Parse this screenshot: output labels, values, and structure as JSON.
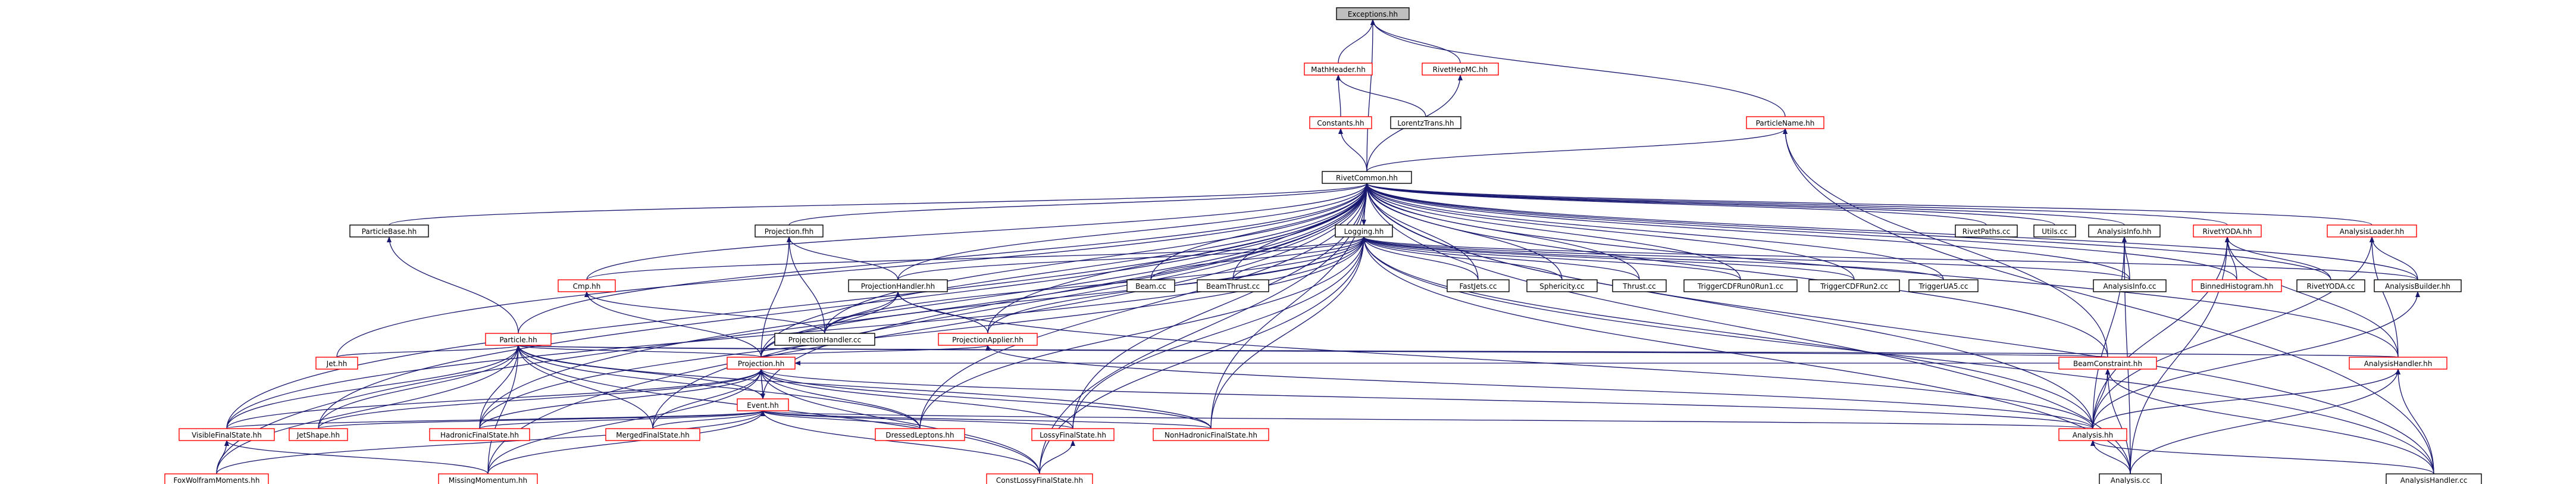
{
  "colors": {
    "edge": "#191970",
    "focus_fill": "#bfbfbf",
    "normal_border": "#000000",
    "truncated_border": "#ff0000",
    "background": "#ffffff"
  },
  "nodes": [
    {
      "id": "exceptions",
      "label": "Exceptions.hh",
      "style": "focus"
    },
    {
      "id": "mathheader",
      "label": "MathHeader.hh",
      "style": "truncated"
    },
    {
      "id": "rivethepmc",
      "label": "RivetHepMC.hh",
      "style": "truncated"
    },
    {
      "id": "constants",
      "label": "Constants.hh",
      "style": "truncated"
    },
    {
      "id": "lorentztrans",
      "label": "LorentzTrans.hh",
      "style": "normal"
    },
    {
      "id": "particlename",
      "label": "ParticleName.hh",
      "style": "truncated"
    },
    {
      "id": "rivetcommon",
      "label": "RivetCommon.hh",
      "style": "normal"
    },
    {
      "id": "particlebase",
      "label": "ParticleBase.hh",
      "style": "normal"
    },
    {
      "id": "projectionfhh",
      "label": "Projection.fhh",
      "style": "normal"
    },
    {
      "id": "logging",
      "label": "Logging.hh",
      "style": "normal"
    },
    {
      "id": "rivetpaths",
      "label": "RivetPaths.cc",
      "style": "normal"
    },
    {
      "id": "utils",
      "label": "Utils.cc",
      "style": "normal"
    },
    {
      "id": "analysisinfohh",
      "label": "AnalysisInfo.hh",
      "style": "normal"
    },
    {
      "id": "rivetyodahh",
      "label": "RivetYODA.hh",
      "style": "truncated"
    },
    {
      "id": "analysisloader",
      "label": "AnalysisLoader.hh",
      "style": "truncated"
    },
    {
      "id": "cmphh",
      "label": "Cmp.hh",
      "style": "truncated"
    },
    {
      "id": "projectionhandlerhh",
      "label": "ProjectionHandler.hh",
      "style": "normal"
    },
    {
      "id": "beam",
      "label": "Beam.cc",
      "style": "normal"
    },
    {
      "id": "beamthrust",
      "label": "BeamThrust.cc",
      "style": "normal"
    },
    {
      "id": "fastjets",
      "label": "FastJets.cc",
      "style": "normal"
    },
    {
      "id": "sphericity",
      "label": "Sphericity.cc",
      "style": "normal"
    },
    {
      "id": "thrust",
      "label": "Thrust.cc",
      "style": "normal"
    },
    {
      "id": "triggercdfrun0run1",
      "label": "TriggerCDFRun0Run1.cc",
      "style": "normal"
    },
    {
      "id": "triggercdfrun2",
      "label": "TriggerCDFRun2.cc",
      "style": "normal"
    },
    {
      "id": "triggerua5",
      "label": "TriggerUA5.cc",
      "style": "normal"
    },
    {
      "id": "analysisinfocc",
      "label": "AnalysisInfo.cc",
      "style": "normal"
    },
    {
      "id": "binnedhistogram",
      "label": "BinnedHistogram.hh",
      "style": "truncated"
    },
    {
      "id": "rivetyodacc",
      "label": "RivetYODA.cc",
      "style": "normal"
    },
    {
      "id": "analysisbuilder",
      "label": "AnalysisBuilder.hh",
      "style": "normal"
    },
    {
      "id": "particlehh",
      "label": "Particle.hh",
      "style": "truncated"
    },
    {
      "id": "projectionhandlercc",
      "label": "ProjectionHandler.cc",
      "style": "normal"
    },
    {
      "id": "projectionapplier",
      "label": "ProjectionApplier.hh",
      "style": "truncated"
    },
    {
      "id": "jethh",
      "label": "Jet.hh",
      "style": "truncated"
    },
    {
      "id": "projectionhh",
      "label": "Projection.hh",
      "style": "truncated"
    },
    {
      "id": "beamconstraint",
      "label": "BeamConstraint.hh",
      "style": "truncated"
    },
    {
      "id": "analysishandlerhh",
      "label": "AnalysisHandler.hh",
      "style": "truncated"
    },
    {
      "id": "eventhh",
      "label": "Event.hh",
      "style": "truncated"
    },
    {
      "id": "visiblefinalstate",
      "label": "VisibleFinalState.hh",
      "style": "truncated"
    },
    {
      "id": "jetshape",
      "label": "JetShape.hh",
      "style": "truncated"
    },
    {
      "id": "hadronicfinalstate",
      "label": "HadronicFinalState.hh",
      "style": "truncated"
    },
    {
      "id": "mergedfinalstate",
      "label": "MergedFinalState.hh",
      "style": "truncated"
    },
    {
      "id": "dressedleptons",
      "label": "DressedLeptons.hh",
      "style": "truncated"
    },
    {
      "id": "lossyfinalstate",
      "label": "LossyFinalState.hh",
      "style": "truncated"
    },
    {
      "id": "nonhadronicfinalstate",
      "label": "NonHadronicFinalState.hh",
      "style": "truncated"
    },
    {
      "id": "analysishh",
      "label": "Analysis.hh",
      "style": "truncated"
    },
    {
      "id": "foxwolfram",
      "label": "FoxWolframMoments.hh",
      "style": "truncated"
    },
    {
      "id": "missingmomentum",
      "label": "MissingMomentum.hh",
      "style": "truncated"
    },
    {
      "id": "constlossy",
      "label": "ConstLossyFinalState.hh",
      "style": "truncated"
    },
    {
      "id": "analysiscc",
      "label": "Analysis.cc",
      "style": "normal"
    },
    {
      "id": "analysishandlercc",
      "label": "AnalysisHandler.cc",
      "style": "normal"
    }
  ],
  "edges": [
    [
      "mathheader",
      "exceptions"
    ],
    [
      "rivethepmc",
      "exceptions"
    ],
    [
      "rivetcommon",
      "exceptions"
    ],
    [
      "particlename",
      "exceptions"
    ],
    [
      "constants",
      "mathheader"
    ],
    [
      "lorentztrans",
      "mathheader"
    ],
    [
      "rivetcommon",
      "constants"
    ],
    [
      "rivetcommon",
      "rivethepmc"
    ],
    [
      "rivetcommon",
      "particlename"
    ],
    [
      "beamconstraint",
      "particlename"
    ],
    [
      "analysishandlercc",
      "particlename"
    ],
    [
      "particlebase",
      "rivetcommon"
    ],
    [
      "projectionfhh",
      "rivetcommon"
    ],
    [
      "logging",
      "rivetcommon"
    ],
    [
      "rivetpaths",
      "rivetcommon"
    ],
    [
      "utils",
      "rivetcommon"
    ],
    [
      "analysisinfohh",
      "rivetcommon"
    ],
    [
      "rivetyodahh",
      "rivetcommon"
    ],
    [
      "analysisloader",
      "rivetcommon"
    ],
    [
      "cmphh",
      "rivetcommon"
    ],
    [
      "projectionhandlerhh",
      "rivetcommon"
    ],
    [
      "beam",
      "rivetcommon"
    ],
    [
      "beamthrust",
      "rivetcommon"
    ],
    [
      "fastjets",
      "rivetcommon"
    ],
    [
      "sphericity",
      "rivetcommon"
    ],
    [
      "thrust",
      "rivetcommon"
    ],
    [
      "triggercdfrun0run1",
      "rivetcommon"
    ],
    [
      "triggercdfrun2",
      "rivetcommon"
    ],
    [
      "triggerua5",
      "rivetcommon"
    ],
    [
      "analysisinfocc",
      "rivetcommon"
    ],
    [
      "binnedhistogram",
      "rivetcommon"
    ],
    [
      "rivetyodacc",
      "rivetcommon"
    ],
    [
      "analysisbuilder",
      "rivetcommon"
    ],
    [
      "particlehh",
      "rivetcommon"
    ],
    [
      "projectionhandlercc",
      "rivetcommon"
    ],
    [
      "projectionapplier",
      "rivetcommon"
    ],
    [
      "jethh",
      "rivetcommon"
    ],
    [
      "projectionhh",
      "rivetcommon"
    ],
    [
      "beamconstraint",
      "rivetcommon"
    ],
    [
      "analysishandlerhh",
      "rivetcommon"
    ],
    [
      "eventhh",
      "rivetcommon"
    ],
    [
      "visiblefinalstate",
      "rivetcommon"
    ],
    [
      "jetshape",
      "rivetcommon"
    ],
    [
      "hadronicfinalstate",
      "rivetcommon"
    ],
    [
      "mergedfinalstate",
      "rivetcommon"
    ],
    [
      "dressedleptons",
      "rivetcommon"
    ],
    [
      "lossyfinalstate",
      "rivetcommon"
    ],
    [
      "nonhadronicfinalstate",
      "rivetcommon"
    ],
    [
      "analysishh",
      "rivetcommon"
    ],
    [
      "foxwolfram",
      "rivetcommon"
    ],
    [
      "missingmomentum",
      "rivetcommon"
    ],
    [
      "constlossy",
      "rivetcommon"
    ],
    [
      "analysiscc",
      "rivetcommon"
    ],
    [
      "analysishandlercc",
      "rivetcommon"
    ],
    [
      "rivetcommon",
      "logging"
    ],
    [
      "particlehh",
      "particlebase"
    ],
    [
      "projectionhandlerhh",
      "projectionfhh"
    ],
    [
      "projectionhh",
      "projectionfhh"
    ],
    [
      "projectionhandlercc",
      "projectionfhh"
    ],
    [
      "cmphh",
      "logging"
    ],
    [
      "projectionhandlerhh",
      "logging"
    ],
    [
      "beam",
      "logging"
    ],
    [
      "beamthrust",
      "logging"
    ],
    [
      "fastjets",
      "logging"
    ],
    [
      "sphericity",
      "logging"
    ],
    [
      "thrust",
      "logging"
    ],
    [
      "triggercdfrun0run1",
      "logging"
    ],
    [
      "triggercdfrun2",
      "logging"
    ],
    [
      "triggerua5",
      "logging"
    ],
    [
      "analysisinfocc",
      "logging"
    ],
    [
      "analysisbuilder",
      "logging"
    ],
    [
      "projectionapplier",
      "logging"
    ],
    [
      "projectionhh",
      "logging"
    ],
    [
      "projectionhandlercc",
      "logging"
    ],
    [
      "hadronicfinalstate",
      "logging"
    ],
    [
      "visiblefinalstate",
      "logging"
    ],
    [
      "dressedleptons",
      "logging"
    ],
    [
      "lossyfinalstate",
      "logging"
    ],
    [
      "nonhadronicfinalstate",
      "logging"
    ],
    [
      "analysishh",
      "logging"
    ],
    [
      "constlossy",
      "logging"
    ],
    [
      "analysiscc",
      "logging"
    ],
    [
      "analysishandlercc",
      "logging"
    ],
    [
      "analysisinfocc",
      "analysisinfohh"
    ],
    [
      "analysishh",
      "analysisinfohh"
    ],
    [
      "analysiscc",
      "analysisinfohh"
    ],
    [
      "binnedhistogram",
      "rivetyodahh"
    ],
    [
      "rivetyodacc",
      "rivetyodahh"
    ],
    [
      "analysishandlerhh",
      "rivetyodahh"
    ],
    [
      "analysishh",
      "rivetyodahh"
    ],
    [
      "analysiscc",
      "rivetyodahh"
    ],
    [
      "analysisbuilder",
      "analysisloader"
    ],
    [
      "analysishandlerhh",
      "analysisloader"
    ],
    [
      "analysishh",
      "analysisloader"
    ],
    [
      "projectionhh",
      "cmphh"
    ],
    [
      "projectionhandlercc",
      "cmphh"
    ],
    [
      "projectionhandlercc",
      "projectionhandlerhh"
    ],
    [
      "projectionapplier",
      "projectionhandlerhh"
    ],
    [
      "projectionhh",
      "projectionhandlerhh"
    ],
    [
      "analysishh",
      "projectionhandlerhh"
    ],
    [
      "analysishh",
      "analysisbuilder"
    ],
    [
      "jethh",
      "particlehh"
    ],
    [
      "projectionhh",
      "particlehh"
    ],
    [
      "eventhh",
      "particlehh"
    ],
    [
      "visiblefinalstate",
      "particlehh"
    ],
    [
      "jetshape",
      "particlehh"
    ],
    [
      "hadronicfinalstate",
      "particlehh"
    ],
    [
      "mergedfinalstate",
      "particlehh"
    ],
    [
      "dressedleptons",
      "particlehh"
    ],
    [
      "nonhadronicfinalstate",
      "particlehh"
    ],
    [
      "beamconstraint",
      "particlehh"
    ],
    [
      "analysishandlerhh",
      "particlehh"
    ],
    [
      "foxwolfram",
      "particlehh"
    ],
    [
      "missingmomentum",
      "particlehh"
    ],
    [
      "constlossy",
      "particlehh"
    ],
    [
      "projectionhh",
      "projectionapplier"
    ],
    [
      "analysishh",
      "projectionapplier"
    ],
    [
      "eventhh",
      "projectionhh"
    ],
    [
      "visiblefinalstate",
      "projectionhh"
    ],
    [
      "jetshape",
      "projectionhh"
    ],
    [
      "hadronicfinalstate",
      "projectionhh"
    ],
    [
      "mergedfinalstate",
      "projectionhh"
    ],
    [
      "dressedleptons",
      "projectionhh"
    ],
    [
      "lossyfinalstate",
      "projectionhh"
    ],
    [
      "nonhadronicfinalstate",
      "projectionhh"
    ],
    [
      "analysishh",
      "projectionhh"
    ],
    [
      "missingmomentum",
      "projectionhh"
    ],
    [
      "constlossy",
      "projectionhh"
    ],
    [
      "beamconstraint",
      "projectionhh"
    ],
    [
      "analysishh",
      "beamconstraint"
    ],
    [
      "analysiscc",
      "beamconstraint"
    ],
    [
      "analysishandlercc",
      "beamconstraint"
    ],
    [
      "analysishh",
      "analysishandlerhh"
    ],
    [
      "analysiscc",
      "analysishandlerhh"
    ],
    [
      "analysishandlercc",
      "analysishandlerhh"
    ],
    [
      "projectionhh",
      "eventhh"
    ],
    [
      "visiblefinalstate",
      "eventhh"
    ],
    [
      "jetshape",
      "eventhh"
    ],
    [
      "hadronicfinalstate",
      "eventhh"
    ],
    [
      "mergedfinalstate",
      "eventhh"
    ],
    [
      "dressedleptons",
      "eventhh"
    ],
    [
      "lossyfinalstate",
      "eventhh"
    ],
    [
      "nonhadronicfinalstate",
      "eventhh"
    ],
    [
      "analysishh",
      "eventhh"
    ],
    [
      "foxwolfram",
      "eventhh"
    ],
    [
      "missingmomentum",
      "eventhh"
    ],
    [
      "constlossy",
      "eventhh"
    ],
    [
      "foxwolfram",
      "visiblefinalstate"
    ],
    [
      "missingmomentum",
      "visiblefinalstate"
    ],
    [
      "constlossy",
      "lossyfinalstate"
    ],
    [
      "analysiscc",
      "analysishh"
    ],
    [
      "analysishandlercc",
      "analysishh"
    ]
  ]
}
